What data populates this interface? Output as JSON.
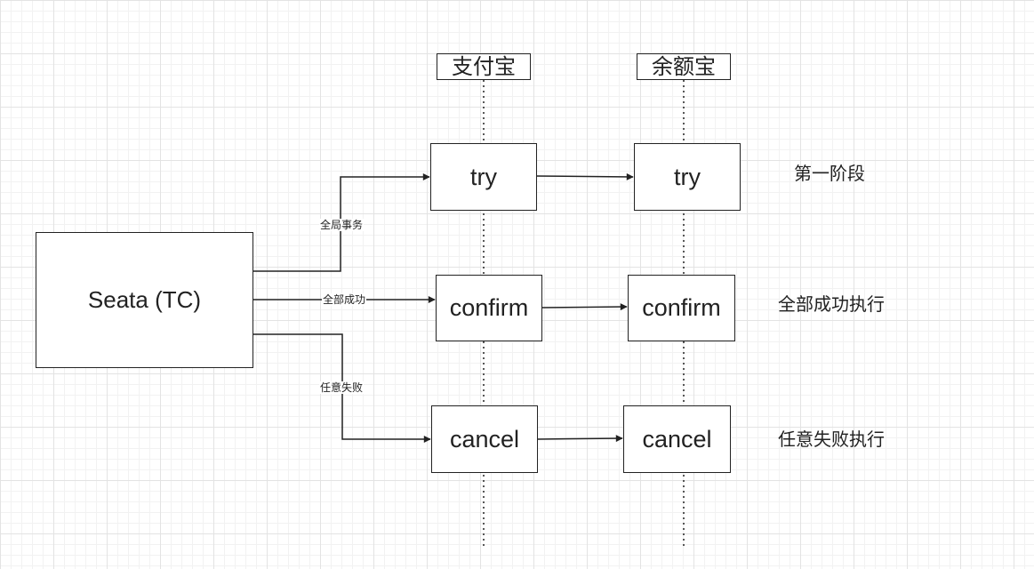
{
  "participants": {
    "alipay": "支付宝",
    "yuebao": "余额宝"
  },
  "coordinator": {
    "label": "Seata (TC)"
  },
  "steps": {
    "alipay_try": "try",
    "yuebao_try": "try",
    "alipay_confirm": "confirm",
    "yuebao_confirm": "confirm",
    "alipay_cancel": "cancel",
    "yuebao_cancel": "cancel"
  },
  "edges": {
    "global_tx": "全局事务",
    "all_success": "全部成功",
    "any_fail": "任意失败"
  },
  "phases": {
    "phase_one": "第一阶段",
    "all_success_exec": "全部成功执行",
    "any_fail_exec": "任意失败执行"
  },
  "colors": {
    "stroke": "#222222",
    "background": "#ffffff",
    "grid": "#e3e3e3"
  }
}
